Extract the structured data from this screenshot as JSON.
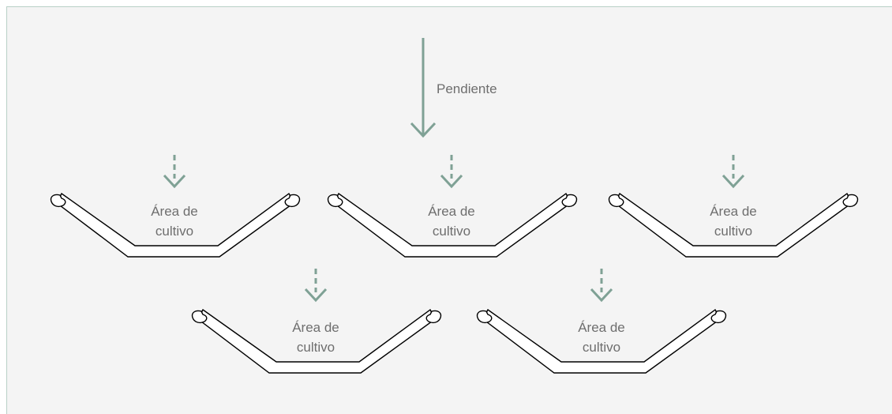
{
  "diagram": {
    "slope_label": "Pendiente",
    "crop_area_label_line1": "Área de",
    "crop_area_label_line2": "cultivo",
    "colors": {
      "arrow": "#7fa195",
      "outline": "#000000",
      "fill": "#ffffff",
      "label": "#6e6e6e",
      "background": "#f4f4f4",
      "border": "#b9d0c7"
    },
    "bunds_count": 5,
    "layout_description": "staggered half-moon bunds (3 on top row, 2 on bottom row) placed across a slope"
  }
}
